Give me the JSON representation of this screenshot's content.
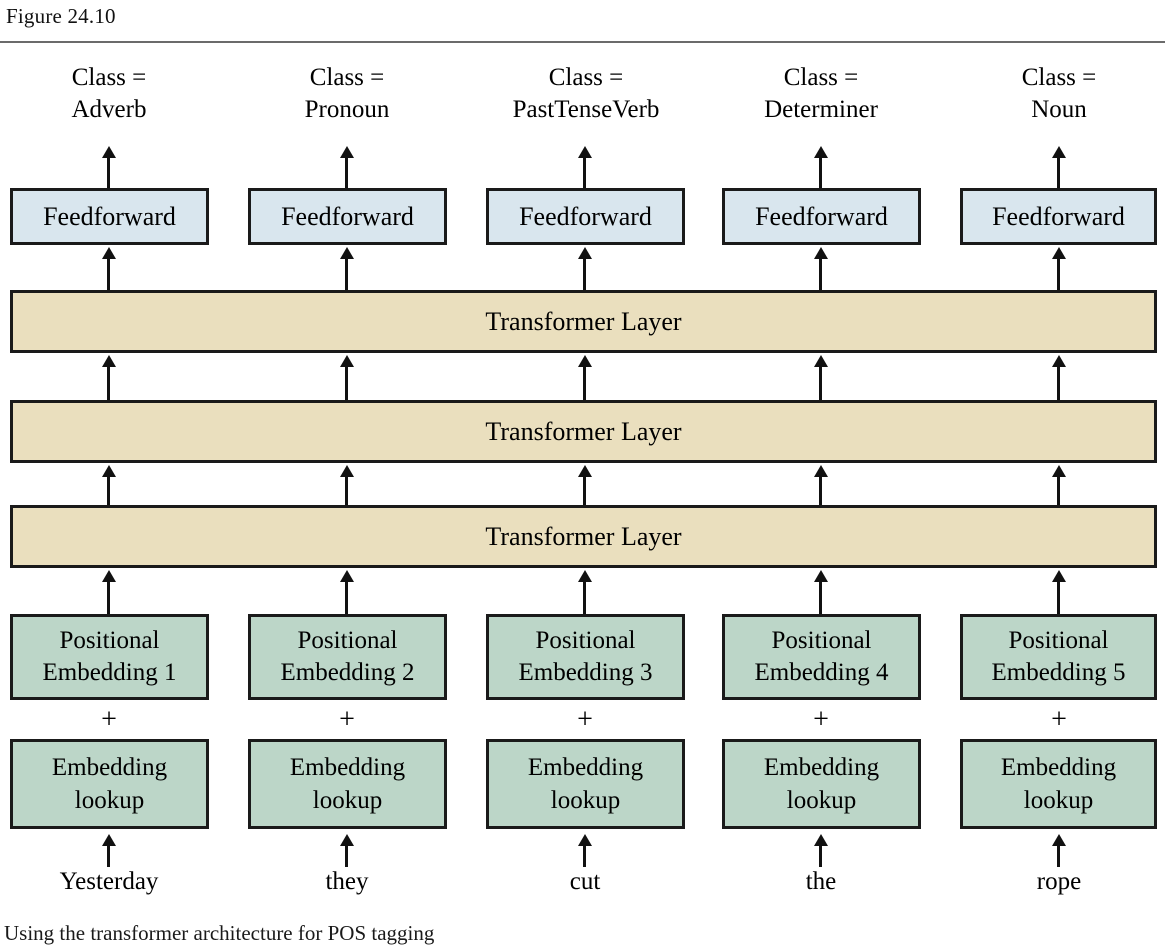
{
  "figure": {
    "label": "Figure 24.10",
    "caption": "Using the transformer architecture for POS tagging"
  },
  "colors": {
    "feedforward_fill": "#d9e6ee",
    "transformer_fill": "#eadfbe",
    "embedding_fill": "#bcd6c8",
    "stroke": "#1a1a1a",
    "rule": "#6b6b6b",
    "background": "#ffffff"
  },
  "diagram": {
    "type": "transformer-pos-tagging-architecture",
    "column_count": 5,
    "plus_symbol": "+",
    "columns": [
      {
        "index": 1,
        "class_label": "Class =\nAdverb",
        "feedforward_label": "Feedforward",
        "positional_label": "Positional\nEmbedding 1",
        "lookup_label": "Embedding\nlookup",
        "word": "Yesterday"
      },
      {
        "index": 2,
        "class_label": "Class =\nPronoun",
        "feedforward_label": "Feedforward",
        "positional_label": "Positional\nEmbedding 2",
        "lookup_label": "Embedding\nlookup",
        "word": "they"
      },
      {
        "index": 3,
        "class_label": "Class =\nPastTenseVerb",
        "feedforward_label": "Feedforward",
        "positional_label": "Positional\nEmbedding 3",
        "lookup_label": "Embedding\nlookup",
        "word": "cut"
      },
      {
        "index": 4,
        "class_label": "Class =\nDeterminer",
        "feedforward_label": "Feedforward",
        "positional_label": "Positional\nEmbedding 4",
        "lookup_label": "Embedding\nlookup",
        "word": "the"
      },
      {
        "index": 5,
        "class_label": "Class =\nNoun",
        "feedforward_label": "Feedforward",
        "positional_label": "Positional\nEmbedding 5",
        "lookup_label": "Embedding\nlookup",
        "word": "rope"
      }
    ],
    "transformer_layers": [
      {
        "index": 1,
        "label": "Transformer Layer"
      },
      {
        "index": 2,
        "label": "Transformer Layer"
      },
      {
        "index": 3,
        "label": "Transformer Layer"
      }
    ]
  }
}
